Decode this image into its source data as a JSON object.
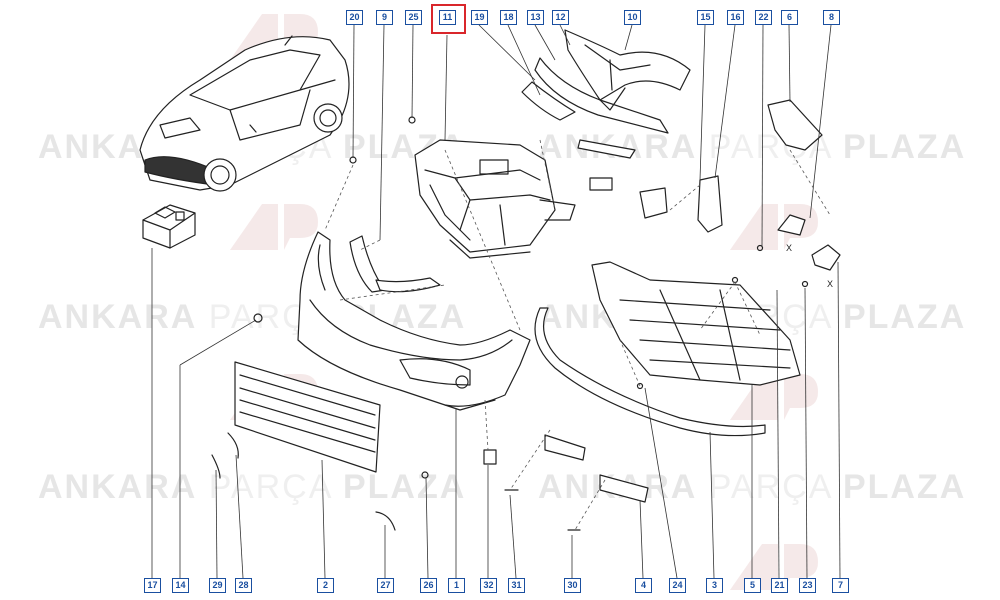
{
  "watermark": {
    "bold_1": "ANKARA",
    "light": "PARÇA",
    "bold_2": "PLAZA",
    "logo_text": "AP"
  },
  "colors": {
    "label_border": "#1a4fa0",
    "highlight": "#d9262b",
    "line": "#222222",
    "watermark": "#e6e6e6"
  },
  "highlighted_part": "11",
  "labels_top": [
    "20",
    "9",
    "25",
    "11",
    "19",
    "18",
    "13",
    "12",
    "10",
    "15",
    "16",
    "22",
    "6",
    "8"
  ],
  "labels_bottom": [
    "17",
    "14",
    "29",
    "28",
    "2",
    "27",
    "26",
    "1",
    "32",
    "31",
    "30",
    "4",
    "24",
    "3",
    "5",
    "21",
    "23",
    "7"
  ],
  "markers": [
    "X",
    "X"
  ]
}
